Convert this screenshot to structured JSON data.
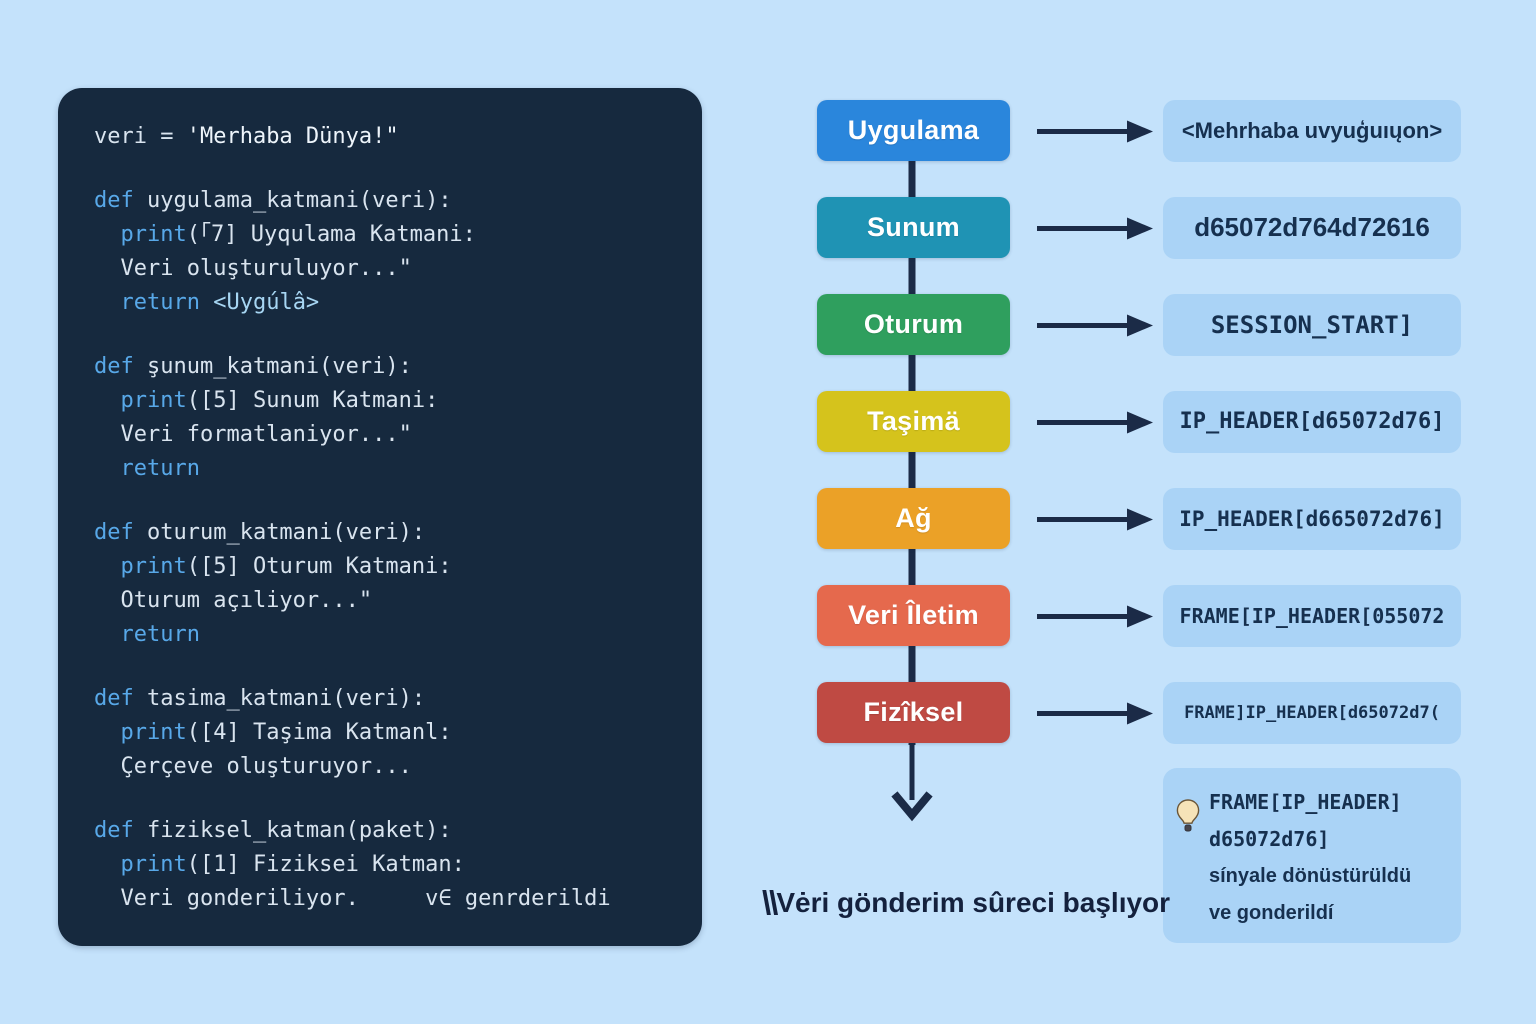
{
  "background": "#c4e2fb",
  "code_panel": {
    "bg": "#16293e",
    "lines": [
      [
        {
          "t": "veri = ",
          "c": "plain"
        },
        {
          "t": "'Merhaba Dünya!\"",
          "c": "str"
        }
      ],
      [],
      [
        {
          "t": "def ",
          "c": "kw"
        },
        {
          "t": "uygulama_katmani(veri):",
          "c": "plain"
        }
      ],
      [
        {
          "t": "  ",
          "c": "plain"
        },
        {
          "t": "print",
          "c": "kw"
        },
        {
          "t": "(「7] Uyqulama Katmani:",
          "c": "plain"
        }
      ],
      [
        {
          "t": "  Veri oluşturuluyor...\"",
          "c": "plain"
        }
      ],
      [
        {
          "t": "  ",
          "c": "plain"
        },
        {
          "t": "return ",
          "c": "kw"
        },
        {
          "t": "<Uygúlâ>",
          "c": "tag"
        }
      ],
      [],
      [
        {
          "t": "def ",
          "c": "kw"
        },
        {
          "t": "şunum_katmani(veri):",
          "c": "plain"
        }
      ],
      [
        {
          "t": "  ",
          "c": "plain"
        },
        {
          "t": "print",
          "c": "kw"
        },
        {
          "t": "([5] Sunum Katmani:",
          "c": "plain"
        }
      ],
      [
        {
          "t": "  Veri formatlaniyor...\"",
          "c": "plain"
        }
      ],
      [
        {
          "t": "  ",
          "c": "plain"
        },
        {
          "t": "return",
          "c": "kw"
        }
      ],
      [],
      [
        {
          "t": "def ",
          "c": "kw"
        },
        {
          "t": "oturum_katmani(veri):",
          "c": "plain"
        }
      ],
      [
        {
          "t": "  ",
          "c": "plain"
        },
        {
          "t": "print",
          "c": "kw"
        },
        {
          "t": "([5] Oturum Katmani:",
          "c": "plain"
        }
      ],
      [
        {
          "t": "  Oturum açıliyor...\"",
          "c": "plain"
        }
      ],
      [
        {
          "t": "  ",
          "c": "plain"
        },
        {
          "t": "return",
          "c": "kw"
        }
      ],
      [],
      [
        {
          "t": "def ",
          "c": "kw"
        },
        {
          "t": "tasima_katmani(veri):",
          "c": "plain"
        }
      ],
      [
        {
          "t": "  ",
          "c": "plain"
        },
        {
          "t": "print",
          "c": "kw"
        },
        {
          "t": "([4] Taşima Katmanl:",
          "c": "plain"
        }
      ],
      [
        {
          "t": "  Çerçeve oluşturuyor...",
          "c": "plain"
        }
      ],
      [],
      [
        {
          "t": "def ",
          "c": "kw"
        },
        {
          "t": "fiziksel_katman(paket):",
          "c": "plain"
        }
      ],
      [
        {
          "t": "  ",
          "c": "plain"
        },
        {
          "t": "print",
          "c": "kw"
        },
        {
          "t": "([1] Fiziksei Katman:",
          "c": "plain"
        }
      ],
      [
        {
          "t": "  Veri gonderiliyor.     v∈ genrderildi",
          "c": "plain"
        }
      ]
    ]
  },
  "layers": [
    {
      "label": "Uygulama",
      "color": "#2a86dc",
      "output": "<Mehrhaba uvyuģuıųon>"
    },
    {
      "label": "Sunum",
      "color": "#1f93b4",
      "output": "d65072d764d72616"
    },
    {
      "label": "Oturum",
      "color": "#2f9f5e",
      "output": "SESSION_START]"
    },
    {
      "label": "Taşimä",
      "color": "#d5c31c",
      "output": "IP_HEADER[d65072d76]"
    },
    {
      "label": "Ağ",
      "color": "#eba127",
      "output": "IP_HEADER[d665072d76]"
    },
    {
      "label": "Veri Îletim",
      "color": "#e5694d",
      "output": "FRAME[IP_HEADER[055072"
    },
    {
      "label": "Fizîksel",
      "color": "#bf4a43",
      "output": "FRAME]IP_HEADER[d65072d7("
    }
  ],
  "note": {
    "icon": "lightbulb-icon",
    "lines": [
      {
        "t": "FRAME[IP_HEADER]",
        "mono": true
      },
      {
        "t": "d65072d76]",
        "mono": true
      },
      {
        "t": "sínyale dönüstürüldü",
        "mono": false
      },
      {
        "t": "ve gonderildí",
        "mono": false
      }
    ]
  },
  "caption": {
    "mark": "\\\\",
    "text": "Vėri gönderim sûreci başlıyor"
  },
  "colors": {
    "arrow": "#1b2b47",
    "pill_bg": "#aad3f6",
    "pill_text": "#16304f",
    "code_bg": "#16293e",
    "keyword_blue": "#58a8e8"
  }
}
